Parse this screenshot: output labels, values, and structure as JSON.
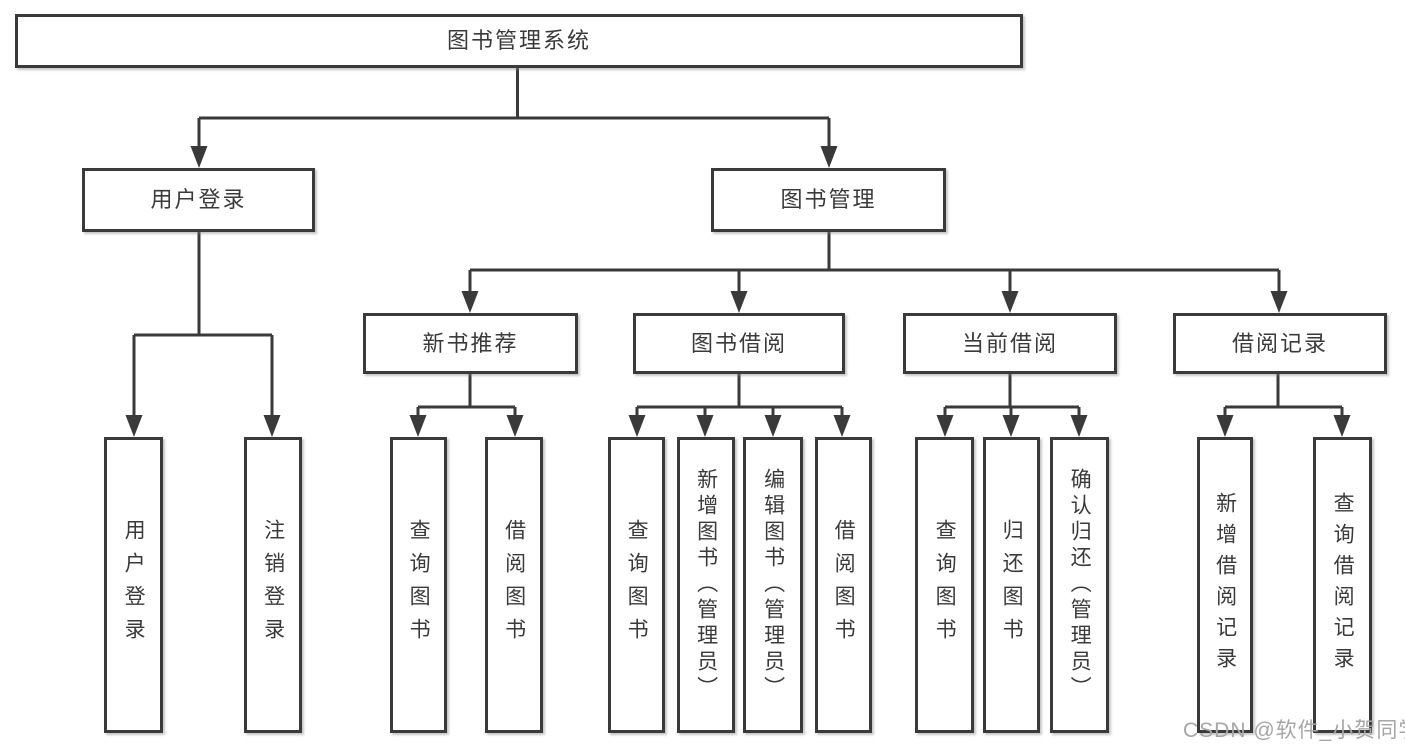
{
  "tree": {
    "root": {
      "label": "图书管理系统",
      "children": [
        {
          "label": "用户登录",
          "children": [
            {
              "label": "用户登录"
            },
            {
              "label": "注销登录"
            }
          ]
        },
        {
          "label": "图书管理",
          "children": [
            {
              "label": "新书推荐",
              "children": [
                {
                  "label": "查询图书"
                },
                {
                  "label": "借阅图书"
                }
              ]
            },
            {
              "label": "图书借阅",
              "children": [
                {
                  "label": "查询图书"
                },
                {
                  "label": "新增图书（管理员）"
                },
                {
                  "label": "编辑图书（管理员）"
                },
                {
                  "label": "借阅图书"
                }
              ]
            },
            {
              "label": "当前借阅",
              "children": [
                {
                  "label": "查询图书"
                },
                {
                  "label": "归还图书"
                },
                {
                  "label": "确认归还（管理员）"
                }
              ]
            },
            {
              "label": "借阅记录",
              "children": [
                {
                  "label": "新增借阅记录"
                },
                {
                  "label": "查询借阅记录"
                }
              ]
            }
          ]
        }
      ]
    }
  },
  "watermark": {
    "text": "CSDN @软件_小贺同学",
    "color": "#a6a6a6"
  },
  "colors": {
    "line": "#3a3a3a",
    "box_border": "#3a3a3a",
    "text": "#3a3a3a",
    "background": "#ffffff"
  }
}
